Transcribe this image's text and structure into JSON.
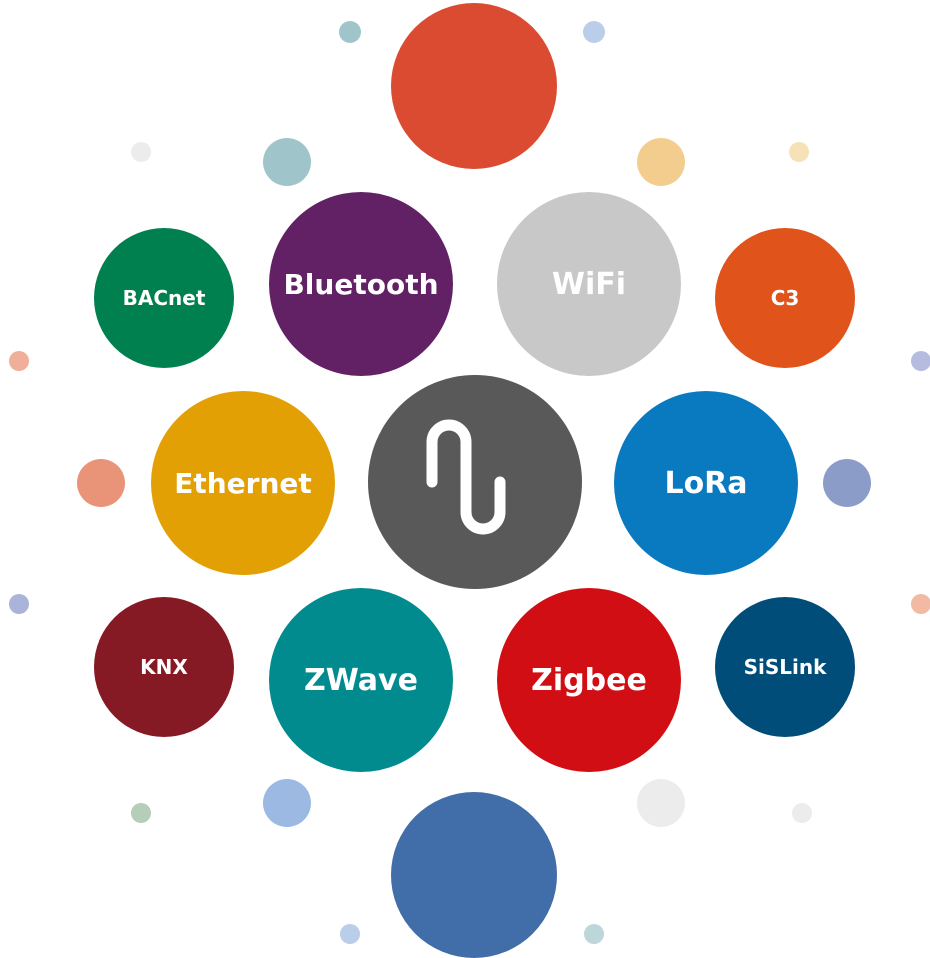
{
  "diagram": {
    "hub": {
      "icon": "wave-logo-icon",
      "color": "#595959"
    },
    "nodes": [
      {
        "id": "bacnet",
        "label": "BACnet",
        "color": "#00804f"
      },
      {
        "id": "bluetooth",
        "label": "Bluetooth",
        "color": "#612164"
      },
      {
        "id": "wifi",
        "label": "WiFi",
        "color": "#c8c8c8"
      },
      {
        "id": "c3",
        "label": "C3",
        "color": "#e0531b"
      },
      {
        "id": "ethernet",
        "label": "Ethernet",
        "color": "#e3a004"
      },
      {
        "id": "lora",
        "label": "LoRa",
        "color": "#0979c0"
      },
      {
        "id": "knx",
        "label": "KNX",
        "color": "#861a24"
      },
      {
        "id": "zwave",
        "label": "ZWave",
        "color": "#028b8f"
      },
      {
        "id": "zigbee",
        "label": "Zigbee",
        "color": "#d20e15"
      },
      {
        "id": "sislink",
        "label": "SiSLink",
        "color": "#004d7a"
      }
    ],
    "accent_circles": [
      {
        "id": "top-large",
        "color": "#db4b31"
      },
      {
        "id": "bottom-large",
        "color": "#416da8"
      }
    ],
    "dot_palette": [
      "#9fc5cb",
      "#bacde9",
      "#ececec",
      "#f3cd8d",
      "#f7e1b7",
      "#efaf98",
      "#b4bde0",
      "#e99379",
      "#8c9cc9",
      "#aab4da",
      "#f2b9a3",
      "#9bb9e3",
      "#b5cdb9",
      "#bcd6da"
    ]
  }
}
